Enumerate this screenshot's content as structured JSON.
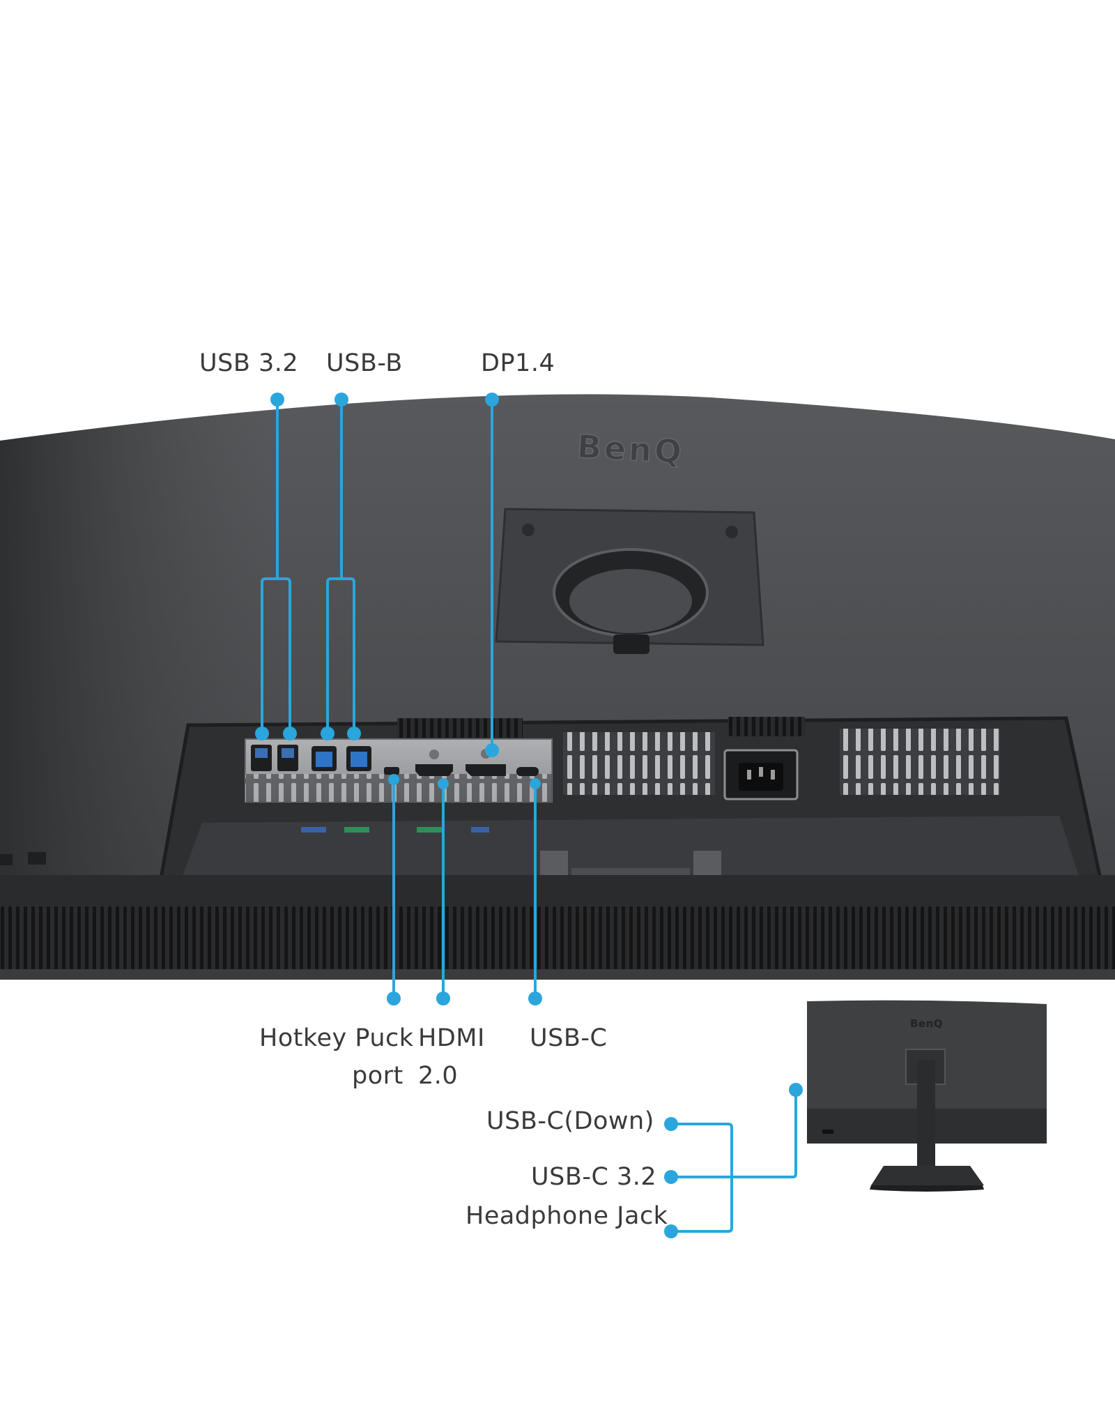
{
  "brand": {
    "logo_text": "BenQ",
    "small_logo_text": "BenQ"
  },
  "colors": {
    "callout": "#2aa6dc",
    "body": "#46484b",
    "body_dark": "#2d2e30",
    "text": "#3a3a3a"
  },
  "labels": {
    "usb32": "USB 3.2",
    "usbb": "USB-B",
    "dp": "DP1.4",
    "hotkey_line1": "Hotkey Puck",
    "hotkey_line2": "port",
    "hdmi_line1": "HDMI",
    "hdmi_line2": "2.0",
    "usbc": "USB-C",
    "usbc_down": "USB-C(Down)",
    "usbc32": "USB-C 3.2",
    "headphone": "Headphone Jack"
  },
  "icons": [
    "usb-a-port-icon",
    "usb-b-port-icon",
    "mini-usb-port-icon",
    "hdmi-port-icon",
    "displayport-icon",
    "usb-c-port-icon",
    "power-socket-icon",
    "callout-dot-icon"
  ]
}
